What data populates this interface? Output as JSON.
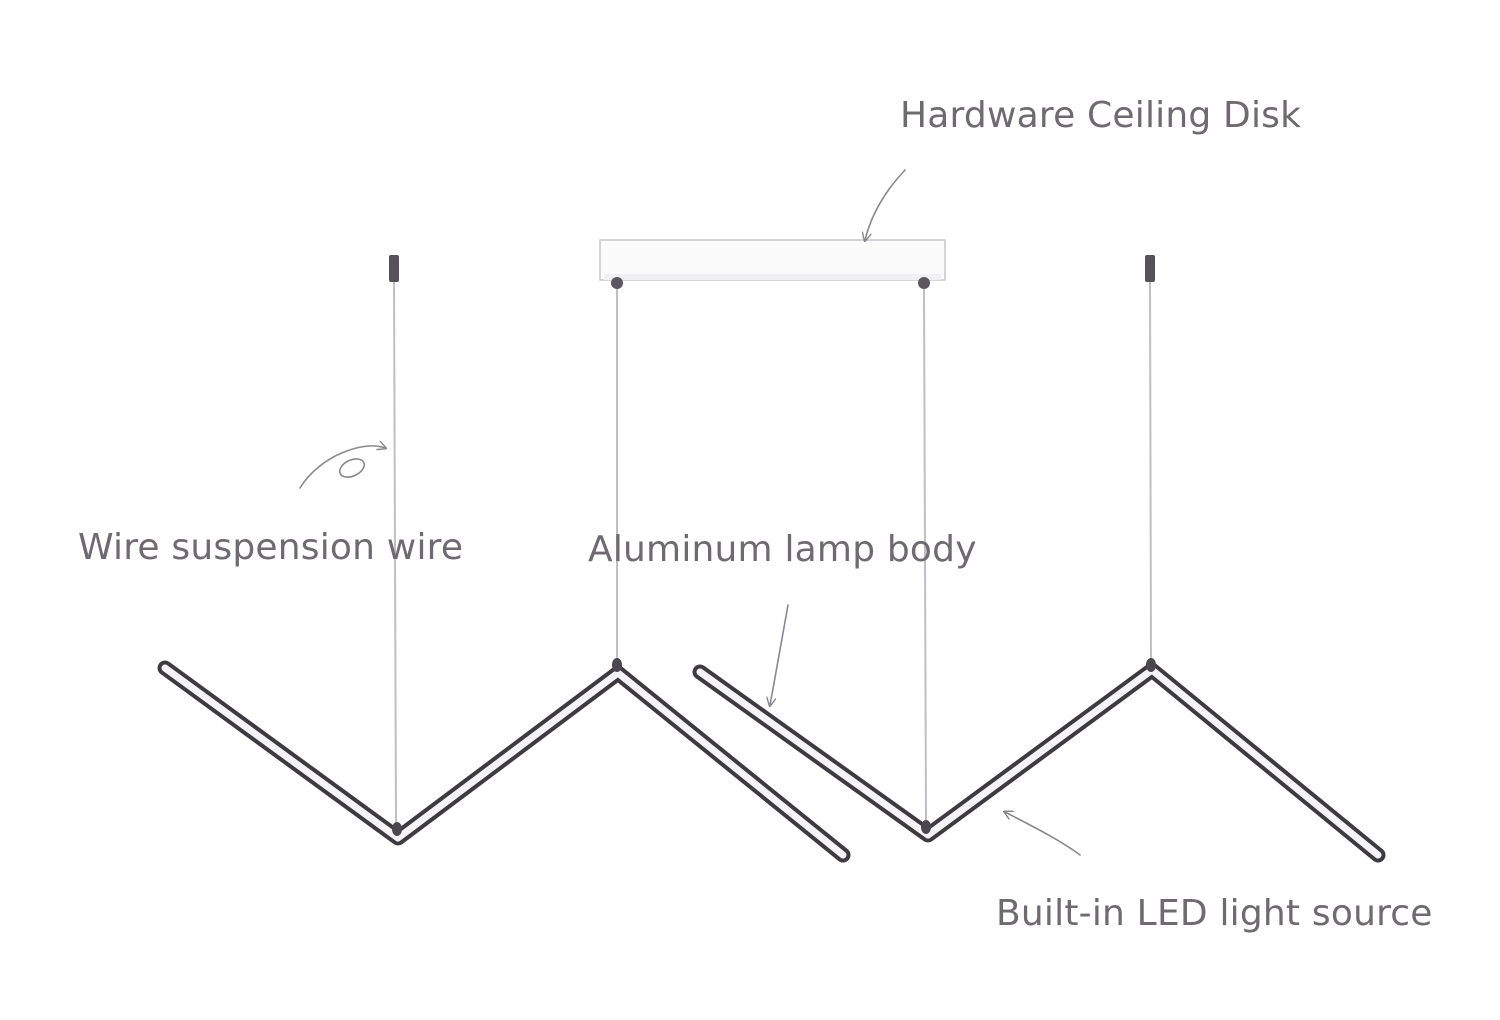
{
  "labels": {
    "ceiling_disk": "Hardware Ceiling Disk",
    "suspension_wire": "Wire suspension wire",
    "lamp_body": "Aluminum lamp body",
    "led_source": "Built-in LED light source"
  },
  "colors": {
    "label_text": "#6e6a70",
    "lamp_body": "#3d3a40",
    "lamp_highlight": "#f4f4f6",
    "wire": "#bfbfc4",
    "arrow": "#8a8790",
    "disk_fill": "#fbfbfb",
    "disk_edge": "#c8c8cc"
  }
}
